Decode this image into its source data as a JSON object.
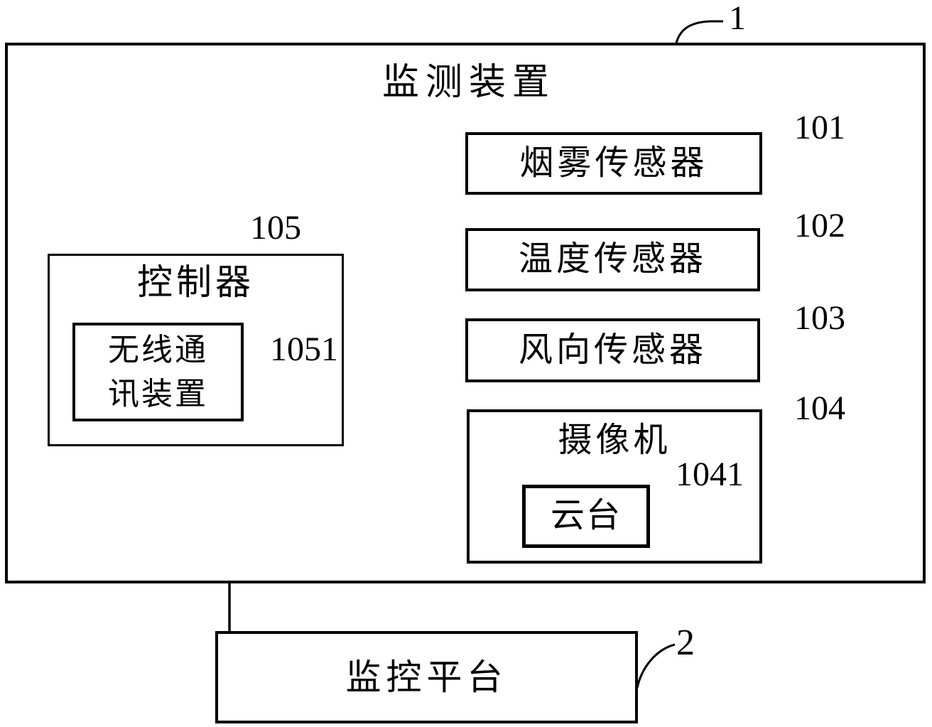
{
  "figure": {
    "device": {
      "title": "监测装置",
      "ref": "1"
    },
    "sensors": [
      {
        "label": "烟雾传感器",
        "ref": "101"
      },
      {
        "label": "温度传感器",
        "ref": "102"
      },
      {
        "label": "风向传感器",
        "ref": "103"
      }
    ],
    "camera": {
      "label": "摄像机",
      "ref": "104",
      "gimbal": {
        "label": "云台",
        "ref": "1041"
      }
    },
    "controller": {
      "label": "控制器",
      "ref": "105",
      "wireless": {
        "line1": "无线通",
        "line2": "讯装置",
        "ref": "1051"
      }
    },
    "platform": {
      "label": "监控平台",
      "ref": "2"
    }
  }
}
